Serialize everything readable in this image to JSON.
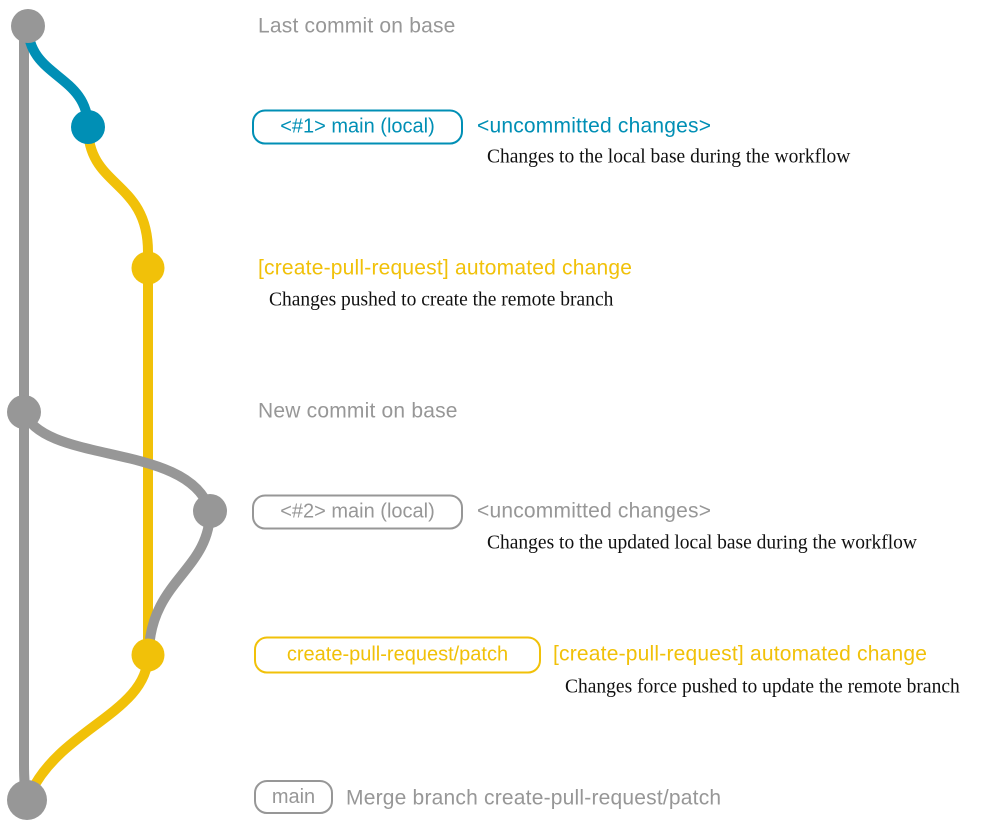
{
  "colors": {
    "gray": "#979797",
    "blue": "#008fb5",
    "yellow": "#f1c109",
    "annotation": "#111111",
    "background": "#ffffff"
  },
  "graph": {
    "events": [
      {
        "id": "base-tip",
        "message": "Last commit on base"
      },
      {
        "id": "local-commit-1",
        "tag": "<#1> main (local)",
        "message": "<uncommitted changes>",
        "annotation": "Changes to the local base during the workflow"
      },
      {
        "id": "branch-push",
        "message": "[create-pull-request] automated change",
        "annotation": "Changes pushed to create the remote branch"
      },
      {
        "id": "base-new-commit",
        "message": "New commit on base"
      },
      {
        "id": "local-commit-2",
        "tag": "<#2> main (local)",
        "message": "<uncommitted changes>",
        "annotation": "Changes to the updated local base during the workflow"
      },
      {
        "id": "branch-force-push",
        "tag": "create-pull-request/patch",
        "message": "[create-pull-request] automated change",
        "annotation": "Changes force pushed to update the remote branch"
      },
      {
        "id": "merge-commit",
        "tag": "main",
        "message": "Merge branch create-pull-request/patch"
      }
    ]
  }
}
